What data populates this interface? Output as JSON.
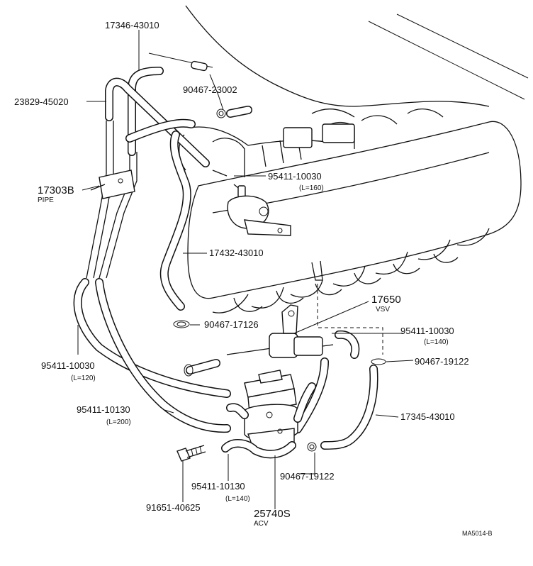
{
  "callouts": [
    {
      "id": "c-17346",
      "text": "17346-43010"
    },
    {
      "id": "c-23829",
      "text": "23829-45020"
    },
    {
      "id": "c-90467-23002",
      "text": "90467-23002"
    },
    {
      "id": "c-95411-10030-a",
      "text": "95411-10030"
    },
    {
      "id": "c-95411-10030-a-len",
      "text": "(L=160)"
    },
    {
      "id": "c-17303b",
      "text": "17303B"
    },
    {
      "id": "c-17303b-sub",
      "text": "PIPE"
    },
    {
      "id": "c-17432",
      "text": "17432-43010"
    },
    {
      "id": "c-17650",
      "text": "17650"
    },
    {
      "id": "c-17650-sub",
      "text": "VSV"
    },
    {
      "id": "c-90467-17126",
      "text": "90467-17126"
    },
    {
      "id": "c-95411-10030-b",
      "text": "95411-10030"
    },
    {
      "id": "c-95411-10030-b-len",
      "text": "(L=140)"
    },
    {
      "id": "c-95411-10030-c",
      "text": "95411-10030"
    },
    {
      "id": "c-95411-10030-c-len",
      "text": "(L=120)"
    },
    {
      "id": "c-90467-19122-a",
      "text": "90467-19122"
    },
    {
      "id": "c-95411-10130-a",
      "text": "95411-10130"
    },
    {
      "id": "c-95411-10130-a-len",
      "text": "(L=200)"
    },
    {
      "id": "c-17345",
      "text": "17345-43010"
    },
    {
      "id": "c-90467-19122-b",
      "text": "90467-19122"
    },
    {
      "id": "c-95411-10130-b",
      "text": "95411-10130"
    },
    {
      "id": "c-95411-10130-b-len",
      "text": "(L=140)"
    },
    {
      "id": "c-91651",
      "text": "91651-40625"
    },
    {
      "id": "c-25740s",
      "text": "25740S"
    },
    {
      "id": "c-25740s-sub",
      "text": "ACV"
    },
    {
      "id": "c-ref",
      "text": "MA5014-B"
    }
  ]
}
